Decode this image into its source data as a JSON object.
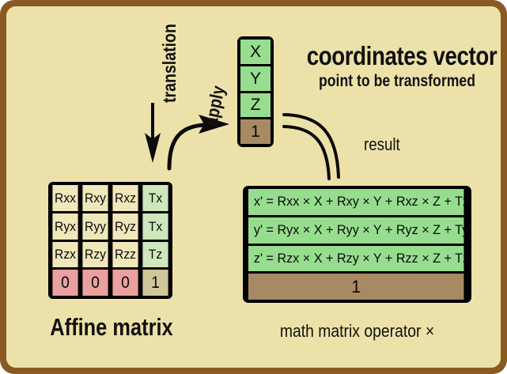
{
  "theme": {
    "frame_border": "#8a5a22",
    "background": "#ece2a9",
    "green": "#97dd8f",
    "light_green": "#cfe7bd",
    "tan": "#a78a63",
    "pink": "#eaa0a0",
    "cream": "#f0e7ba",
    "khaki": "#cfc69a",
    "ink": "#111111"
  },
  "vector": {
    "title": "coordinates vector",
    "subtitle": "point to be transformed",
    "cells": [
      {
        "label": "X",
        "kind": "green"
      },
      {
        "label": "Y",
        "kind": "green"
      },
      {
        "label": "Z",
        "kind": "green"
      },
      {
        "label": "1",
        "kind": "tan"
      }
    ]
  },
  "annotations": {
    "translation": "translation",
    "apply": "apply",
    "result": "result"
  },
  "affine": {
    "caption": "Affine matrix",
    "rows": [
      [
        {
          "label": "Rxx",
          "kind": "rot"
        },
        {
          "label": "Rxy",
          "kind": "rot"
        },
        {
          "label": "Rxz",
          "kind": "rot"
        },
        {
          "label": "Tx",
          "kind": "trans"
        }
      ],
      [
        {
          "label": "Ryx",
          "kind": "rot"
        },
        {
          "label": "Ryy",
          "kind": "rot"
        },
        {
          "label": "Ryz",
          "kind": "rot"
        },
        {
          "label": "Tx",
          "kind": "trans"
        }
      ],
      [
        {
          "label": "Rzx",
          "kind": "rot"
        },
        {
          "label": "Rzy",
          "kind": "rot"
        },
        {
          "label": "Rzz",
          "kind": "rot"
        },
        {
          "label": "Tz",
          "kind": "trans"
        }
      ],
      [
        {
          "label": "0",
          "kind": "zero"
        },
        {
          "label": "0",
          "kind": "zero"
        },
        {
          "label": "0",
          "kind": "zero"
        },
        {
          "label": "1",
          "kind": "one"
        }
      ]
    ]
  },
  "result": {
    "caption": "math matrix operator ×",
    "rows": [
      {
        "text": "x' = Rxx × X + Rxy × Y + Rxz × Z + Tx",
        "kind": "green"
      },
      {
        "text": "y' = Ryx × X + Ryy × Y + Ryz × Z + Ty",
        "kind": "green"
      },
      {
        "text": "z' = Rzx × X + Rzy × Y + Rzz × Z + Tz",
        "kind": "green"
      },
      {
        "text": "1",
        "kind": "tan"
      }
    ]
  }
}
